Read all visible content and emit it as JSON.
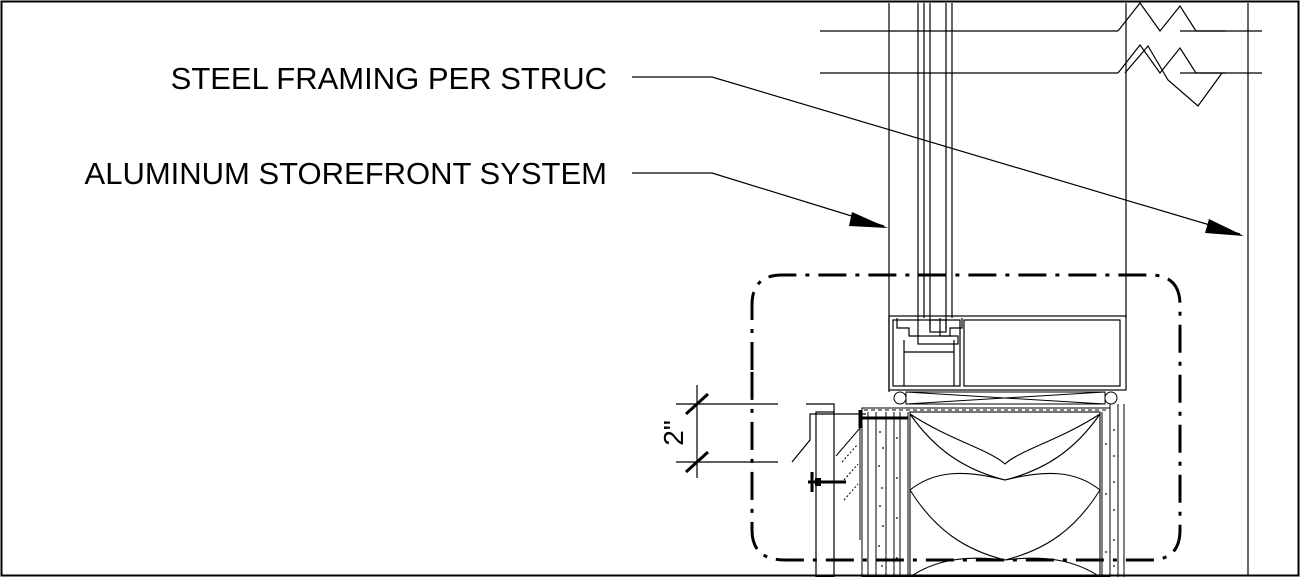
{
  "labels": {
    "steel_framing": "STEEL FRAMING PER STRUC",
    "aluminum_storefront": "ALUMINUM STOREFRONT SYSTEM"
  },
  "dimension": {
    "value": "2\""
  }
}
